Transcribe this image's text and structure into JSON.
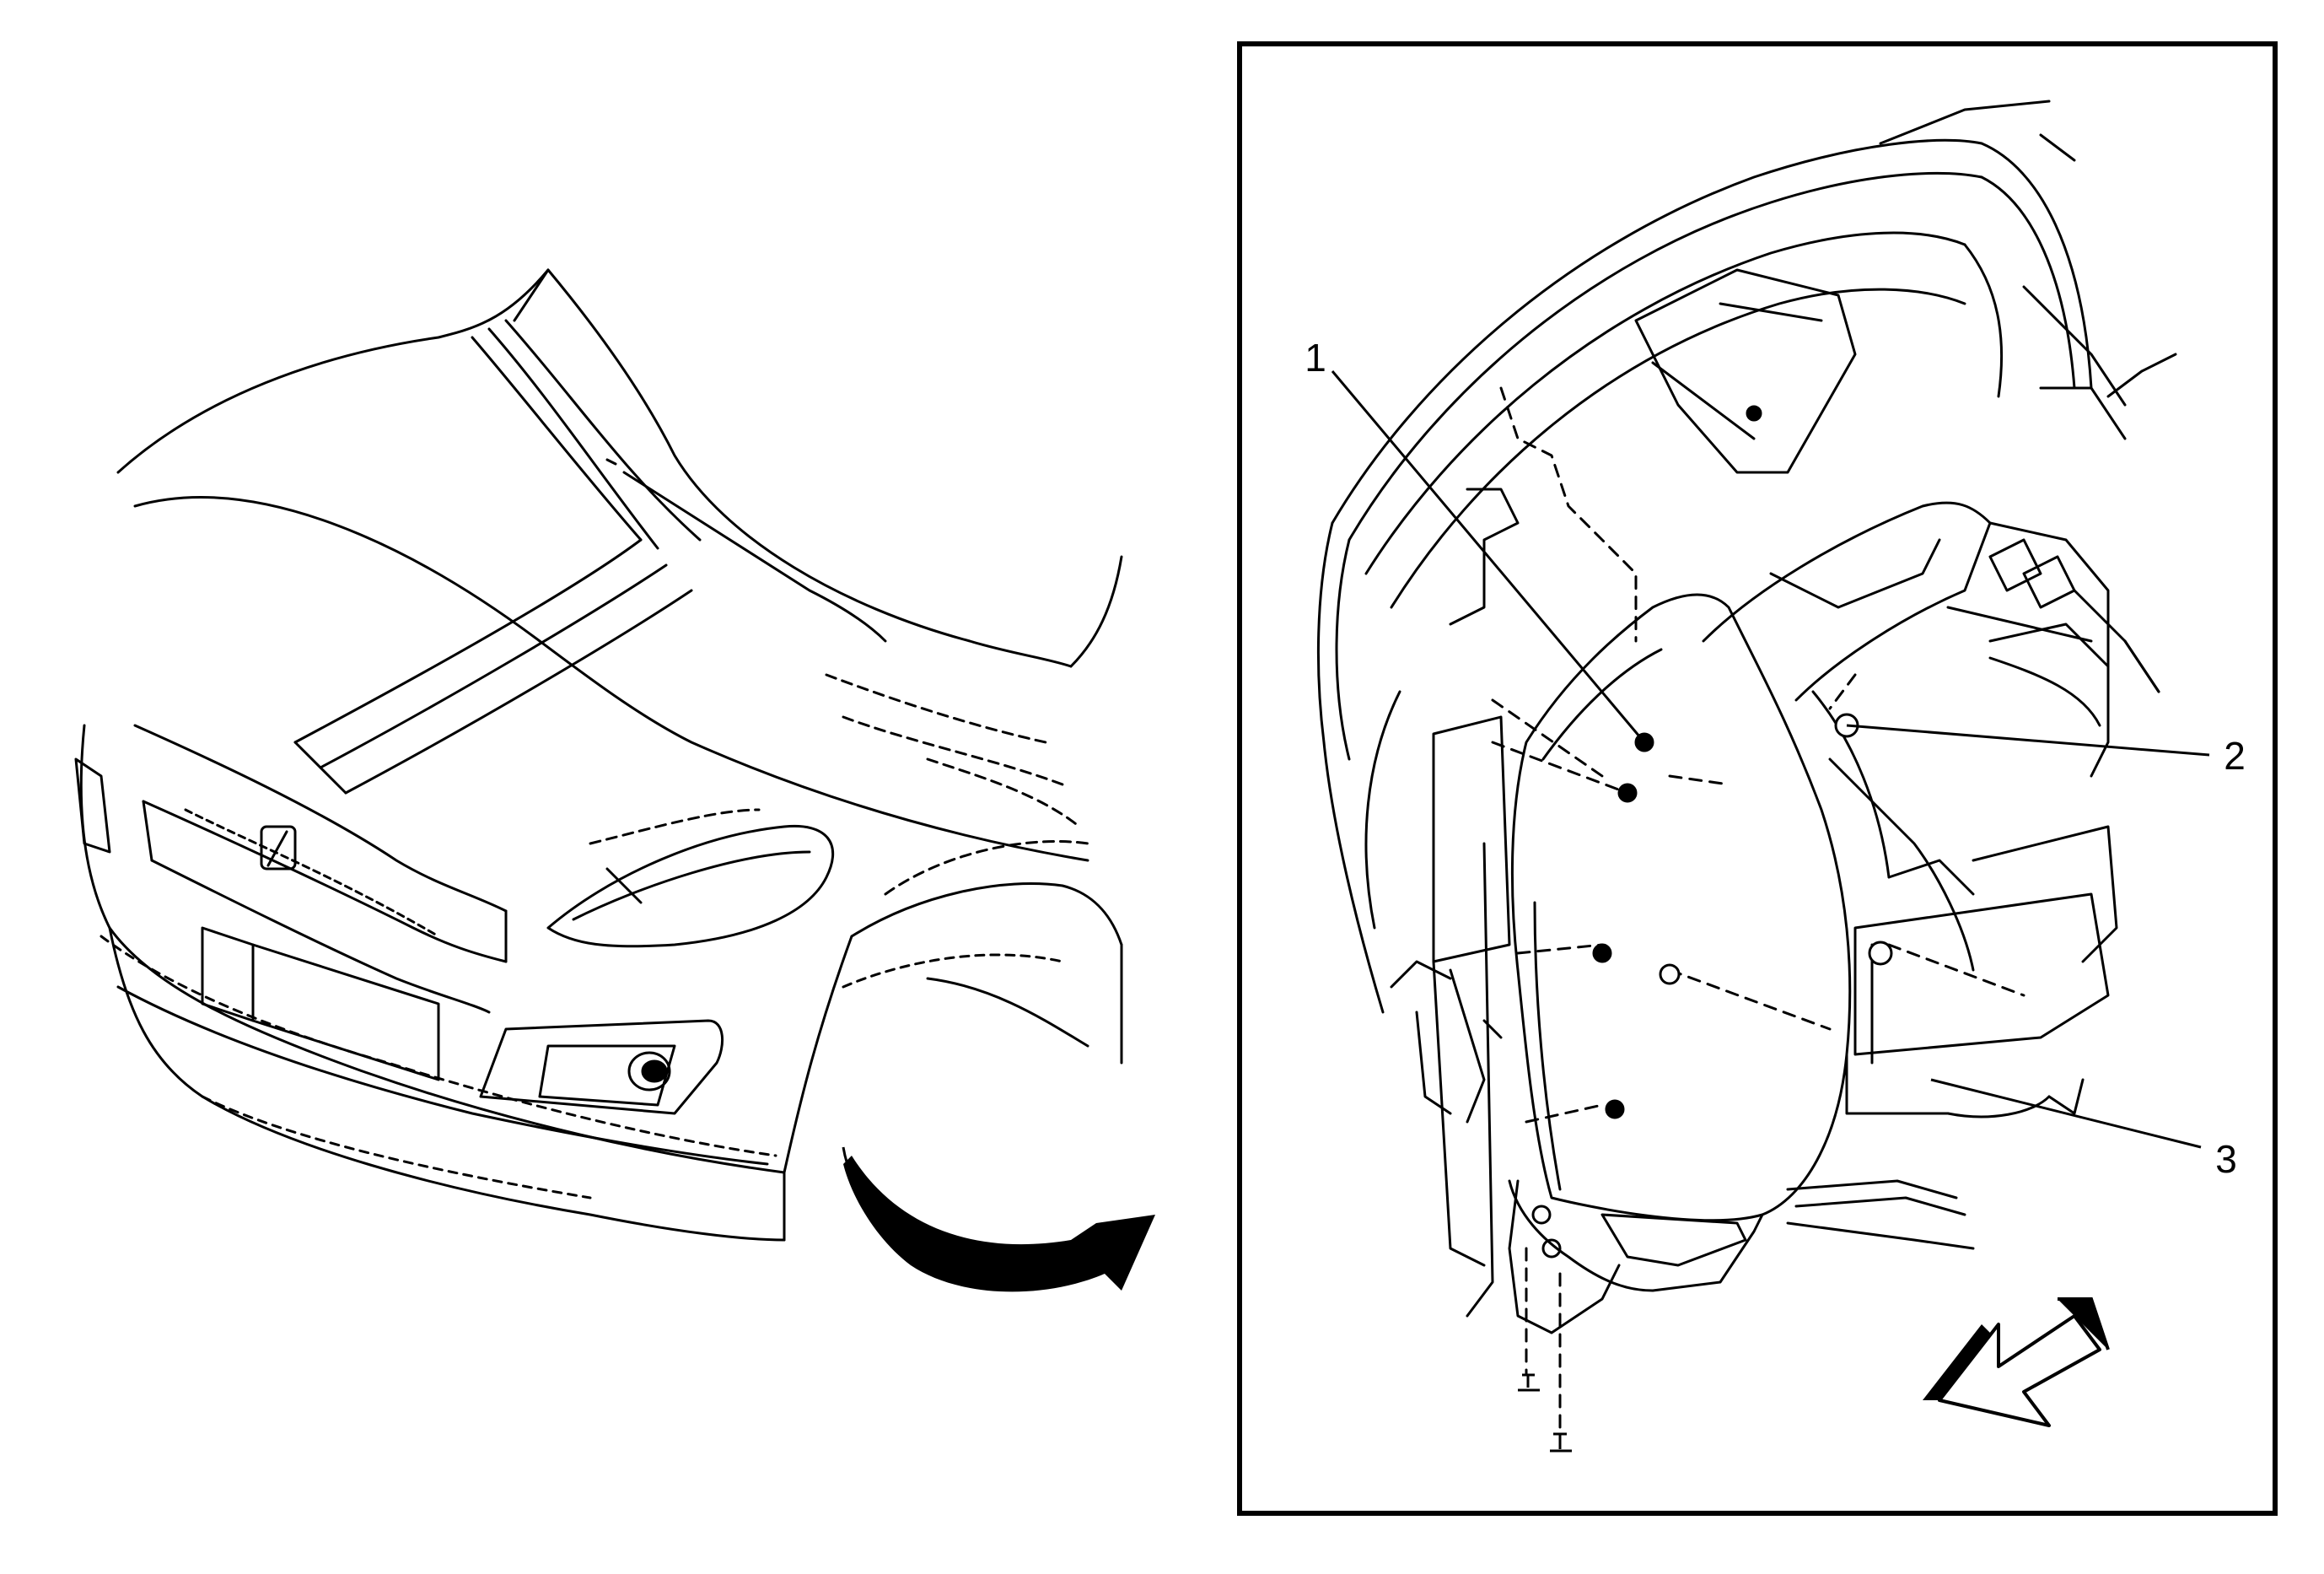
{
  "callouts": [
    {
      "id": "1",
      "label": "1"
    },
    {
      "id": "2",
      "label": "2"
    },
    {
      "id": "3",
      "label": "3"
    }
  ],
  "icons": {
    "rotate_arrow": "curved-arrow-icon",
    "direction_arrow": "front-direction-arrow-icon"
  },
  "colors": {
    "line": "#000000",
    "background": "#ffffff"
  }
}
